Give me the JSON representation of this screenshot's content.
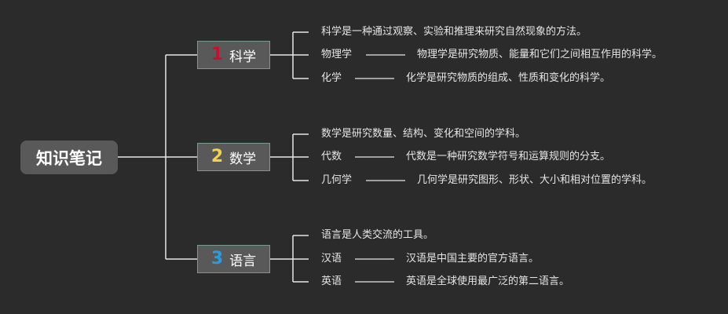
{
  "root": {
    "label": "知识笔记"
  },
  "branches": [
    {
      "number": "1",
      "number_color": "#c8102e",
      "label": "科学",
      "leaves": [
        {
          "term": "",
          "text": "科学是一种通过观察、实验和推理来研究自然现象的方法。"
        },
        {
          "term": "物理学",
          "text": "物理学是研究物质、能量和它们之间相互作用的科学。"
        },
        {
          "term": "化学",
          "text": "化学是研究物质的组成、性质和变化的科学。"
        }
      ]
    },
    {
      "number": "2",
      "number_color": "#f2d14b",
      "label": "数学",
      "leaves": [
        {
          "term": "",
          "text": "数学是研究数量、结构、变化和空间的学科。"
        },
        {
          "term": "代数",
          "text": "代数是一种研究数学符号和运算规则的分支。"
        },
        {
          "term": "几何学",
          "text": "几何学是研究图形、形状、大小和相对位置的学科。"
        }
      ]
    },
    {
      "number": "3",
      "number_color": "#2b9be0",
      "label": "语言",
      "leaves": [
        {
          "term": "",
          "text": "语言是人类交流的工具。"
        },
        {
          "term": "汉语",
          "text": "汉语是中国主要的官方语言。"
        },
        {
          "term": "英语",
          "text": "英语是全球使用最广泛的第二语言。"
        }
      ]
    }
  ],
  "colors": {
    "background": "#2b2b2b",
    "node_fill": "#595959",
    "node_border": "#7a9a8e",
    "line": "#e6e6e6"
  }
}
